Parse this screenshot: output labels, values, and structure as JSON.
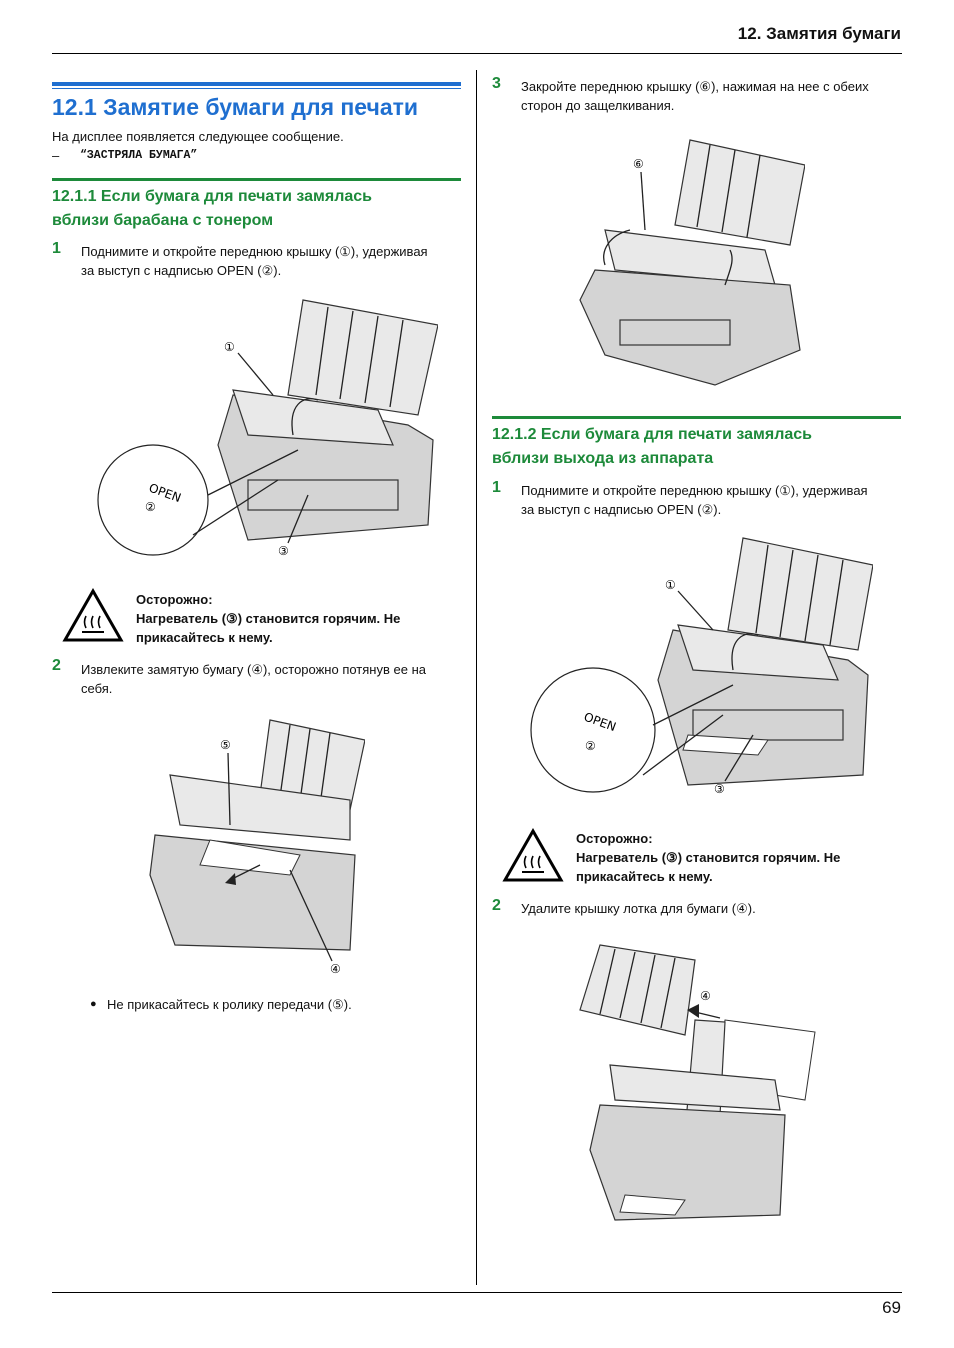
{
  "header": {
    "title": "12. Замятия бумаги"
  },
  "footer": {
    "page_number": "69"
  },
  "left": {
    "section_title": "12.1 Замятие бумаги для печати",
    "intro": "На дисплее появляется следующее сообщение.",
    "message_dash": "–",
    "message": "“ЗАСТРЯЛА БУМАГА”",
    "sub_title_1": "12.1.1 Если бумага для печати замялась",
    "sub_title_2": "вблизи барабана с тонером",
    "step1_num": "1",
    "step1_line1": "Поднимите и откройте переднюю крышку (①), удерживая",
    "step1_line2": "за выступ с надписью OPEN (②).",
    "caution_title": "Осторожно:",
    "caution_line1": "Нагреватель (③) становится горячим. Не",
    "caution_line2": "прикасайтесь к нему.",
    "step2_num": "2",
    "step2_line1": "Извлеките замятую бумагу (④), осторожно потянув ее на",
    "step2_line2": "себя.",
    "bullet": "●",
    "note": "Не прикасайтесь к ролику передачи (⑤).",
    "fig1_labels": {
      "c1": "①",
      "c2": "②",
      "c3": "③",
      "open": "OPEN"
    },
    "fig2_labels": {
      "c5": "⑤",
      "c4": "④"
    }
  },
  "right": {
    "step3_num": "3",
    "step3_line1": "Закройте переднюю крышку (⑥), нажимая на нее с обеих",
    "step3_line2": "сторон до защелкивания.",
    "sub_title_1": "12.1.2 Если бумага для печати замялась",
    "sub_title_2": "вблизи выхода из аппарата",
    "step1_num": "1",
    "step1_line1": "Поднимите и откройте переднюю крышку (①), удерживая",
    "step1_line2": "за выступ с надписью OPEN (②).",
    "caution_title": "Осторожно:",
    "caution_line1": "Нагреватель (③) становится горячим. Не",
    "caution_line2": "прикасайтесь к нему.",
    "step2_num": "2",
    "step2_line1": "Удалите крышку лотка для бумаги (④).",
    "fig3_labels": {
      "c6": "⑥"
    },
    "fig4_labels": {
      "c1": "①",
      "c2": "②",
      "c3": "③",
      "open": "OPEN"
    },
    "fig5_labels": {
      "c4": "④"
    }
  }
}
